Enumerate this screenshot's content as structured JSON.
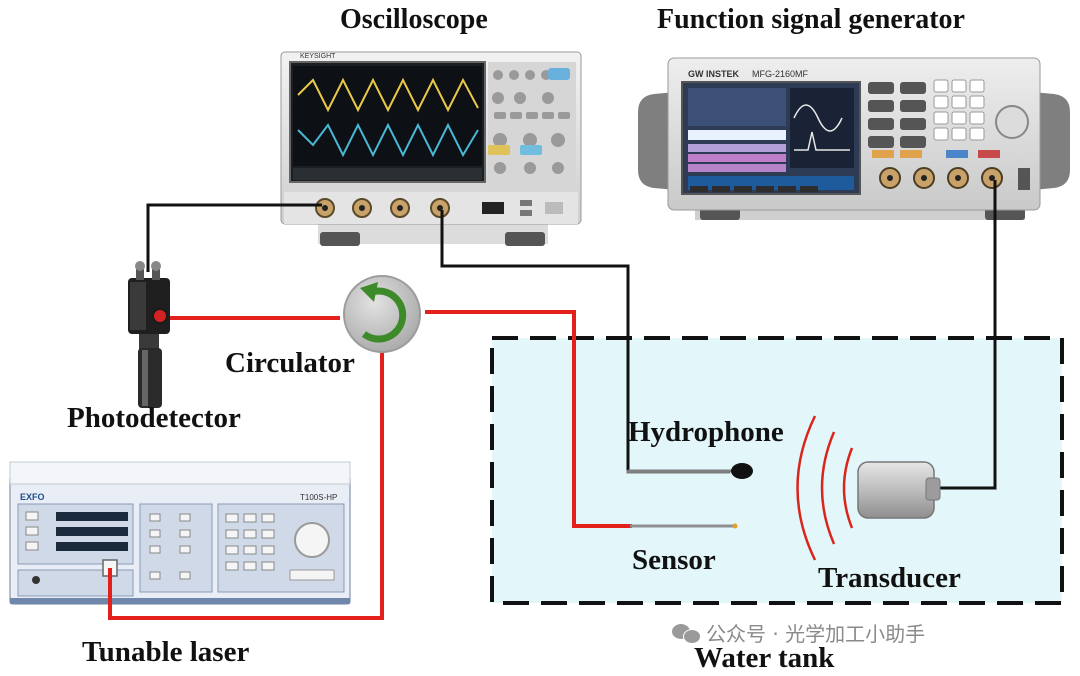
{
  "labels": {
    "oscilloscope": "Oscilloscope",
    "function_generator": "Function signal generator",
    "photodetector": "Photodetector",
    "circulator": "Circulator",
    "hydrophone": "Hydrophone",
    "sensor": "Sensor",
    "transducer": "Transducer",
    "tunable_laser": "Tunable laser",
    "water_tank": "Water tank"
  },
  "device_text": {
    "laser_brand": "EXFO",
    "laser_model": "T100S-HP",
    "fg_brand": "GW INSTEK",
    "fg_model": "MFG-2160MF",
    "scope_brand": "KEYSIGHT"
  },
  "watermark": "公众号 · 光学加工小助手",
  "colors": {
    "fiber": "#e3201b",
    "cable": "#111111",
    "tank_fill": "#e3f7fb",
    "tank_border": "#111111",
    "circulator_arrow": "#3d8a2a",
    "trace_yellow": "#e9c84a",
    "trace_cyan": "#49b8d6",
    "wave": "#d9261c"
  }
}
